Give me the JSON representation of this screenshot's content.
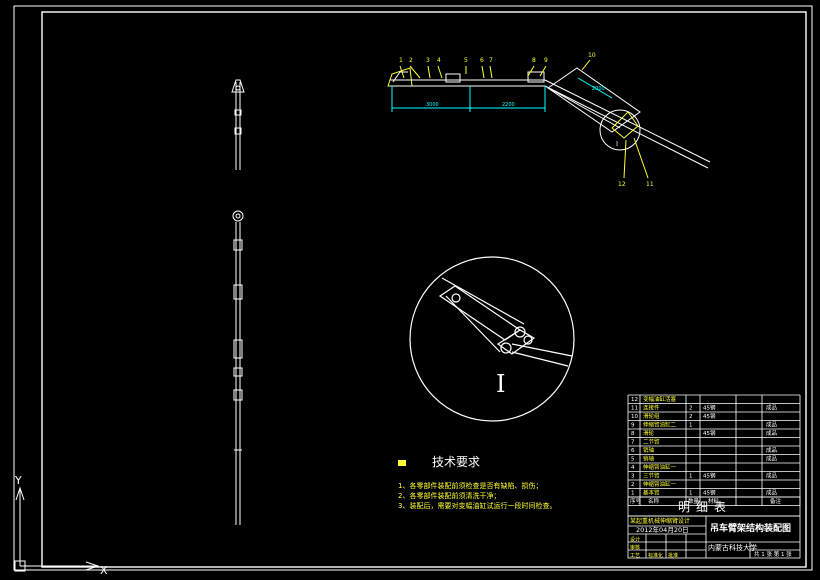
{
  "technical_requirements": {
    "title": "技术要求",
    "items": [
      "1、各零部件装配前须检查是否有缺陷、损伤；",
      "2、各零部件装配前须清洗干净；",
      "3、装配后，需要对变幅油缸试运行一段时间检查。"
    ]
  },
  "detail_view": {
    "label": "I"
  },
  "main_view": {
    "balloons": [
      "1",
      "2",
      "3",
      "4",
      "5",
      "6",
      "7",
      "8",
      "9",
      "10",
      "11",
      "12"
    ],
    "detail_marker": "I",
    "dimensions": [
      "3000",
      "2200",
      "2000"
    ]
  },
  "parts_list": {
    "title": "明细表",
    "header": {
      "no": "序号",
      "name": "名称",
      "qty": "数量",
      "material": "材料",
      "note": "备注"
    },
    "rows": [
      {
        "no": "12",
        "name": "变幅油缸活塞",
        "qty": "",
        "material": "",
        "note": ""
      },
      {
        "no": "11",
        "name": "连接件",
        "qty": "2",
        "material": "45钢",
        "note": "成品"
      },
      {
        "no": "10",
        "name": "滑轮组",
        "qty": "2",
        "material": "45钢",
        "note": ""
      },
      {
        "no": "9",
        "name": "伸缩臂油缸二",
        "qty": "1",
        "material": "",
        "note": "成品"
      },
      {
        "no": "8",
        "name": "滑轮",
        "qty": "",
        "material": "45钢",
        "note": "成品"
      },
      {
        "no": "7",
        "name": "二节臂",
        "qty": "",
        "material": "",
        "note": ""
      },
      {
        "no": "6",
        "name": "销轴",
        "qty": "",
        "material": "",
        "note": "成品"
      },
      {
        "no": "5",
        "name": "销轴",
        "qty": "",
        "material": "",
        "note": "成品"
      },
      {
        "no": "4",
        "name": "伸缩臂油缸一",
        "qty": "",
        "material": "",
        "note": ""
      },
      {
        "no": "3",
        "name": "三节臂",
        "qty": "1",
        "material": "45钢",
        "note": "成品"
      },
      {
        "no": "2",
        "name": "伸缩臂油缸一",
        "qty": "",
        "material": "",
        "note": ""
      },
      {
        "no": "1",
        "name": "基本臂",
        "qty": "1",
        "material": "45钢",
        "note": "成品"
      }
    ]
  },
  "title_block": {
    "project": "某起重机械伸缩臂设计",
    "date": "2012年04月20日",
    "drawing_title": "吊车臂架结构装配图",
    "school": "内蒙古科技大学",
    "row_labels": [
      "设计",
      "审核",
      "工艺",
      "标准化",
      "批准"
    ],
    "sheet": "共 1 张 第 1 张"
  },
  "ucs": {
    "x_label": "X",
    "y_label": "Y"
  },
  "colors": {
    "line": "#ffffff",
    "text": "#ffff33",
    "dim": "#00ffff",
    "table": "#ffffff",
    "balloon": "#ffff33"
  }
}
